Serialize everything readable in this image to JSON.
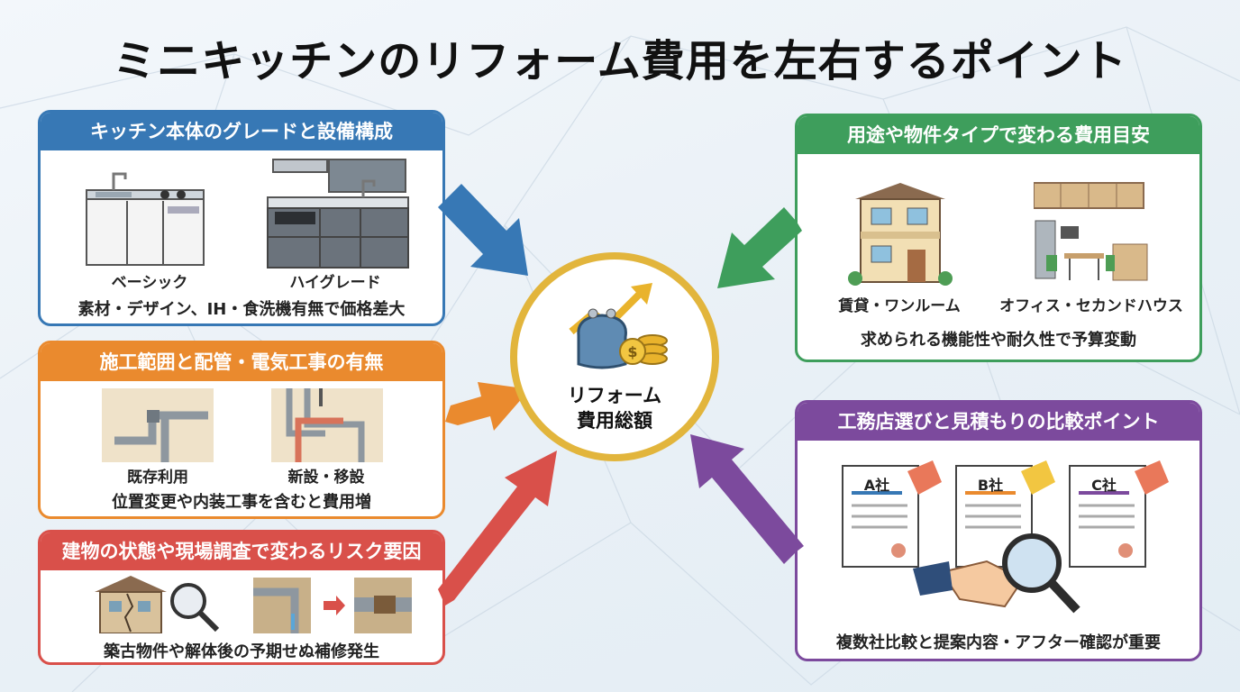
{
  "title": "ミニキッチンのリフォーム費用を左右するポイント",
  "center": {
    "line1": "リフォーム",
    "line2": "費用総額"
  },
  "cards": {
    "grade": {
      "heading": "キッチン本体のグレードと設備構成",
      "label_a": "ベーシック",
      "label_b": "ハイグレード",
      "note": "素材・デザイン、IH・食洗機有無で価格差大"
    },
    "construction": {
      "heading": "施工範囲と配管・電気工事の有無",
      "label_a": "既存利用",
      "label_b": "新設・移設",
      "note": "位置変更や内装工事を含むと費用増"
    },
    "risk": {
      "heading": "建物の状態や現場調査で変わるリスク要因",
      "note": "築古物件や解体後の予期せぬ補修発生"
    },
    "usage": {
      "heading": "用途や物件タイプで変わる費用目安",
      "label_a": "賃貸・ワンルーム",
      "label_b": "オフィス・セカンドハウス",
      "note": "求められる機能性や耐久性で予算変動"
    },
    "contractor": {
      "heading": "工務店選びと見積もりの比較ポイント",
      "doc_a": "A社",
      "doc_b": "B社",
      "doc_c": "C社",
      "note": "複数社比較と提案内容・アフター確認が重要"
    }
  },
  "colors": {
    "blue": "#3778b5",
    "orange": "#ea8a2e",
    "red": "#d9504a",
    "green": "#3e9e5c",
    "purple": "#7c4a9d",
    "gold": "#e2b53c"
  }
}
